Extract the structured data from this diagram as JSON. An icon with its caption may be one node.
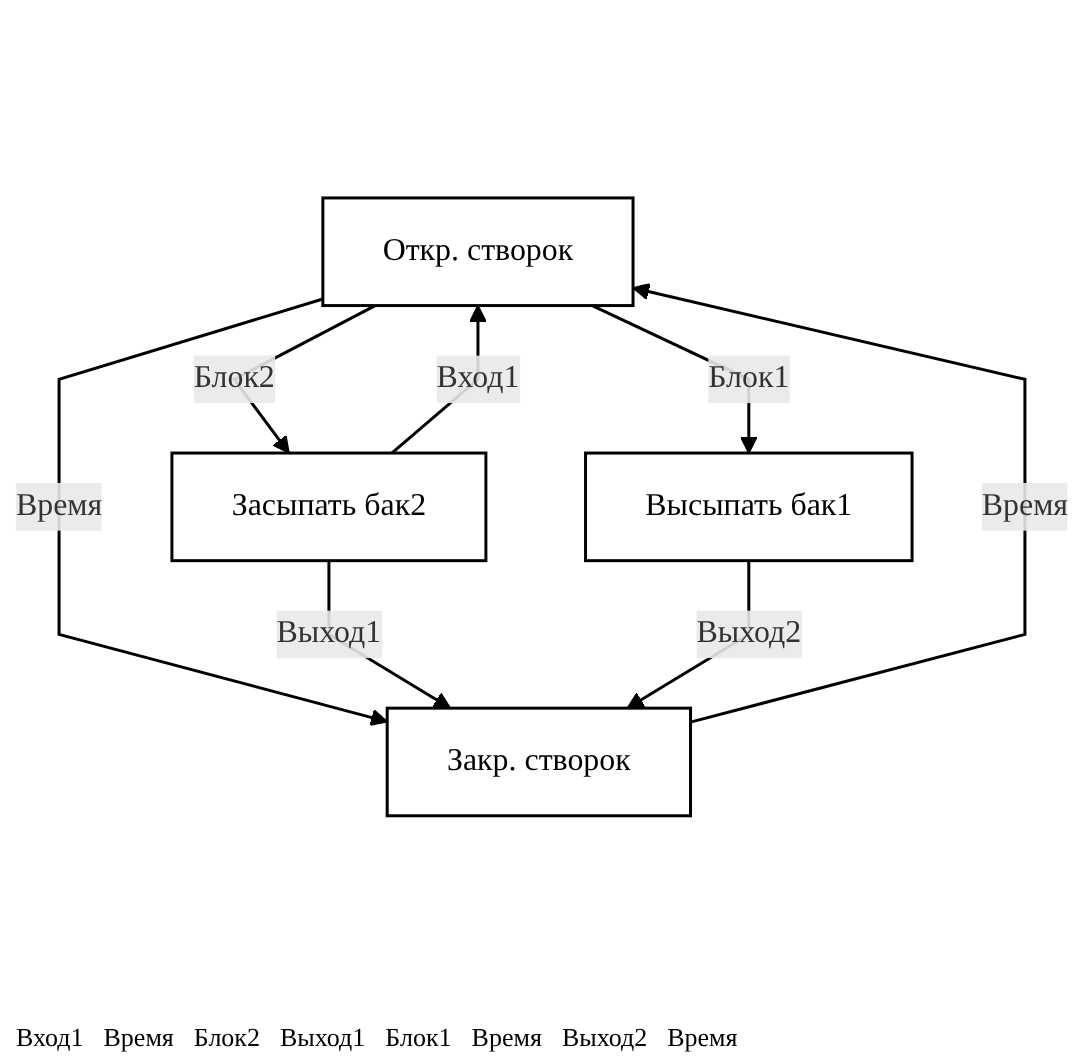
{
  "diagram": {
    "nodes": [
      {
        "text": [
          "Откр. створок"
        ]
      },
      {
        "text": [
          "Засыпать бак2"
        ]
      },
      {
        "text": [
          "Высыпать бак1"
        ]
      },
      {
        "text": [
          "Закр. створок"
        ]
      }
    ],
    "edges": [
      {
        "from": 0,
        "to": 1,
        "arrow": "to",
        "label": "Блок2"
      },
      {
        "from": 1,
        "to": 0,
        "arrow": "to",
        "label": "Вход1"
      },
      {
        "from": 0,
        "to": 2,
        "arrow": "to",
        "label": "Блок1"
      },
      {
        "from": 0,
        "to": 3,
        "arrow": "to",
        "label": "Время"
      },
      {
        "from": 1,
        "to": 3,
        "arrow": "to",
        "label": "Выход1"
      },
      {
        "from": 2,
        "to": 3,
        "arrow": "to",
        "label": "Выход2"
      },
      {
        "from": 3,
        "to": 0,
        "arrow": "to",
        "label": "Время"
      }
    ],
    "labels": [
      "Вход1",
      "Время",
      "Блок2",
      "Выход1",
      "Блок1",
      "Время",
      "Выход2",
      "Время"
    ]
  }
}
